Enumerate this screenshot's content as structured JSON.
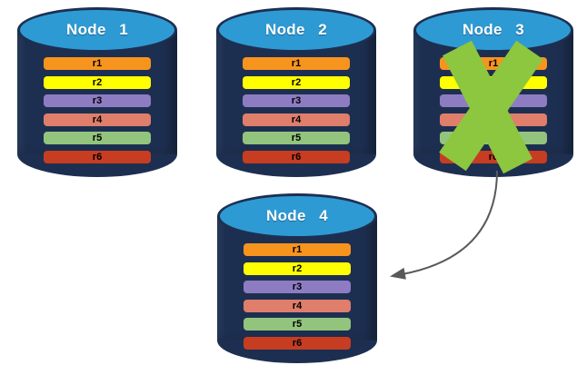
{
  "colors": {
    "cylinder_body": "#1D2F51",
    "cylinder_top": "#2E9AD4",
    "node_label": "#FFFFFF",
    "record_label": "#000000",
    "failure_x": "#8DC63F",
    "arrow": "#595959"
  },
  "nodes": [
    {
      "label": "Node 1",
      "failed": false,
      "records": [
        {
          "label": "r1",
          "color": "#F7941E"
        },
        {
          "label": "r2",
          "color": "#FFFF00"
        },
        {
          "label": "r3",
          "color": "#8E7CC3"
        },
        {
          "label": "r4",
          "color": "#DF7E6B"
        },
        {
          "label": "r5",
          "color": "#93C47D"
        },
        {
          "label": "r6",
          "color": "#C63D21"
        }
      ]
    },
    {
      "label": "Node 2",
      "failed": false,
      "records": [
        {
          "label": "r1",
          "color": "#F7941E"
        },
        {
          "label": "r2",
          "color": "#FFFF00"
        },
        {
          "label": "r3",
          "color": "#8E7CC3"
        },
        {
          "label": "r4",
          "color": "#DF7E6B"
        },
        {
          "label": "r5",
          "color": "#93C47D"
        },
        {
          "label": "r6",
          "color": "#C63D21"
        }
      ]
    },
    {
      "label": "Node 3",
      "failed": true,
      "records": [
        {
          "label": "r1",
          "color": "#F7941E"
        },
        {
          "label": "r2",
          "color": "#FFFF00"
        },
        {
          "label": "r3",
          "color": "#8E7CC3"
        },
        {
          "label": "r4",
          "color": "#DF7E6B"
        },
        {
          "label": "r5",
          "color": "#93C47D"
        },
        {
          "label": "r6",
          "color": "#C63D21"
        }
      ]
    },
    {
      "label": "Node 4",
      "failed": false,
      "records": [
        {
          "label": "r1",
          "color": "#F7941E"
        },
        {
          "label": "r2",
          "color": "#FFFF00"
        },
        {
          "label": "r3",
          "color": "#8E7CC3"
        },
        {
          "label": "r4",
          "color": "#DF7E6B"
        },
        {
          "label": "r5",
          "color": "#93C47D"
        },
        {
          "label": "r6",
          "color": "#C63D21"
        }
      ]
    }
  ]
}
